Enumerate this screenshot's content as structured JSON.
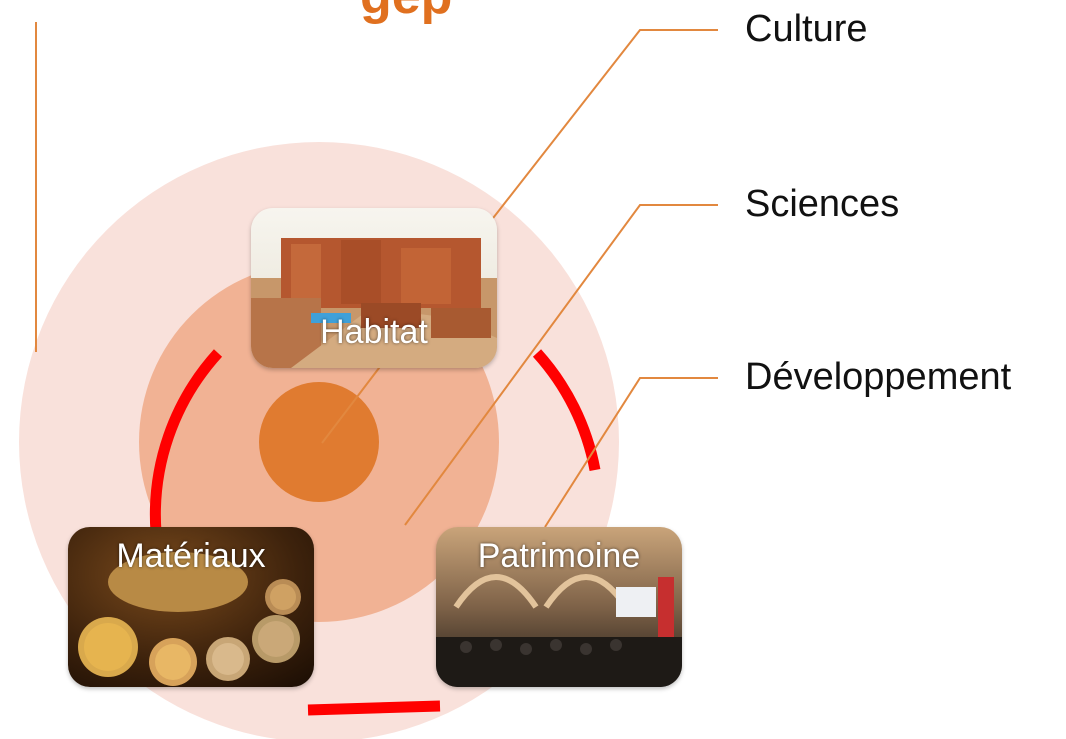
{
  "title_fragment": "gep",
  "outer_labels": {
    "culture": "Culture",
    "sciences": "Sciences",
    "developpement": "Développement"
  },
  "cards": {
    "habitat": "Habitat",
    "materiaux": "Matériaux",
    "patrimoine": "Patrimoine"
  },
  "colors": {
    "accent_orange": "#e07b30",
    "leader_line": "#e2883f",
    "outer_circle": "#f9e1db",
    "middle_circle": "#f1b294",
    "inner_circle": "#e07b30",
    "red_arc": "#ff0000"
  }
}
